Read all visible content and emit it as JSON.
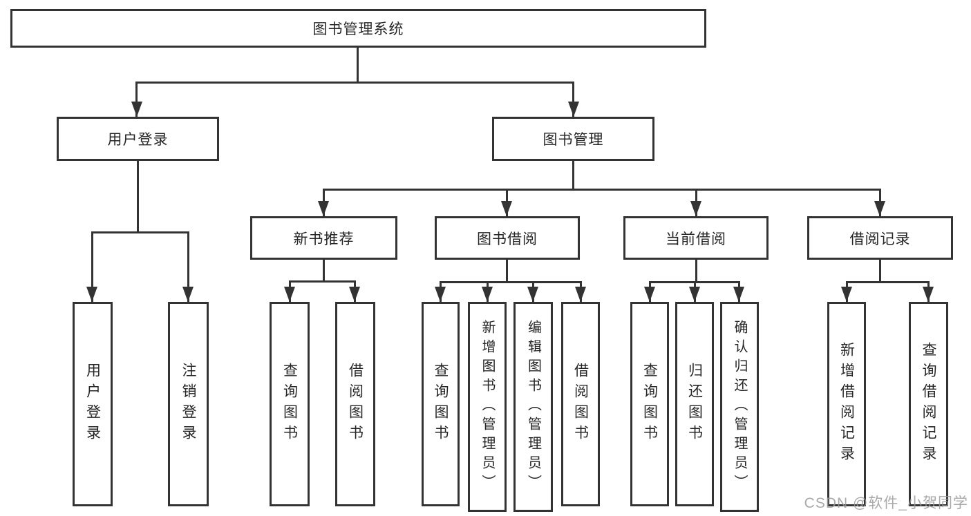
{
  "diagram": {
    "root": {
      "label": "图书管理系统"
    },
    "level2": [
      {
        "label": "用户登录"
      },
      {
        "label": "图书管理"
      }
    ],
    "level3": [
      {
        "label": "新书推荐"
      },
      {
        "label": "图书借阅"
      },
      {
        "label": "当前借阅"
      },
      {
        "label": "借阅记录"
      }
    ],
    "leaves": {
      "user_login": [
        {
          "label": "用户登录"
        },
        {
          "label": "注销登录"
        }
      ],
      "new_book": [
        {
          "label": "查询图书"
        },
        {
          "label": "借阅图书"
        }
      ],
      "book_borrow": [
        {
          "label": "查询图书"
        },
        {
          "label": "新增图书（管理员）"
        },
        {
          "label": "编辑图书（管理员）"
        },
        {
          "label": "借阅图书"
        }
      ],
      "current_borrow": [
        {
          "label": "查询图书"
        },
        {
          "label": "归还图书"
        },
        {
          "label": "确认归还（管理员）"
        }
      ],
      "borrow_records": [
        {
          "label": "新增借阅记录"
        },
        {
          "label": "查询借阅记录"
        }
      ]
    }
  },
  "watermark": {
    "text": "CSDN @软件_小贺同学"
  },
  "colors": {
    "line": "#333333",
    "box_border": "#333333",
    "text": "#262626",
    "background": "#ffffff",
    "watermark": "#9a9a9a"
  }
}
